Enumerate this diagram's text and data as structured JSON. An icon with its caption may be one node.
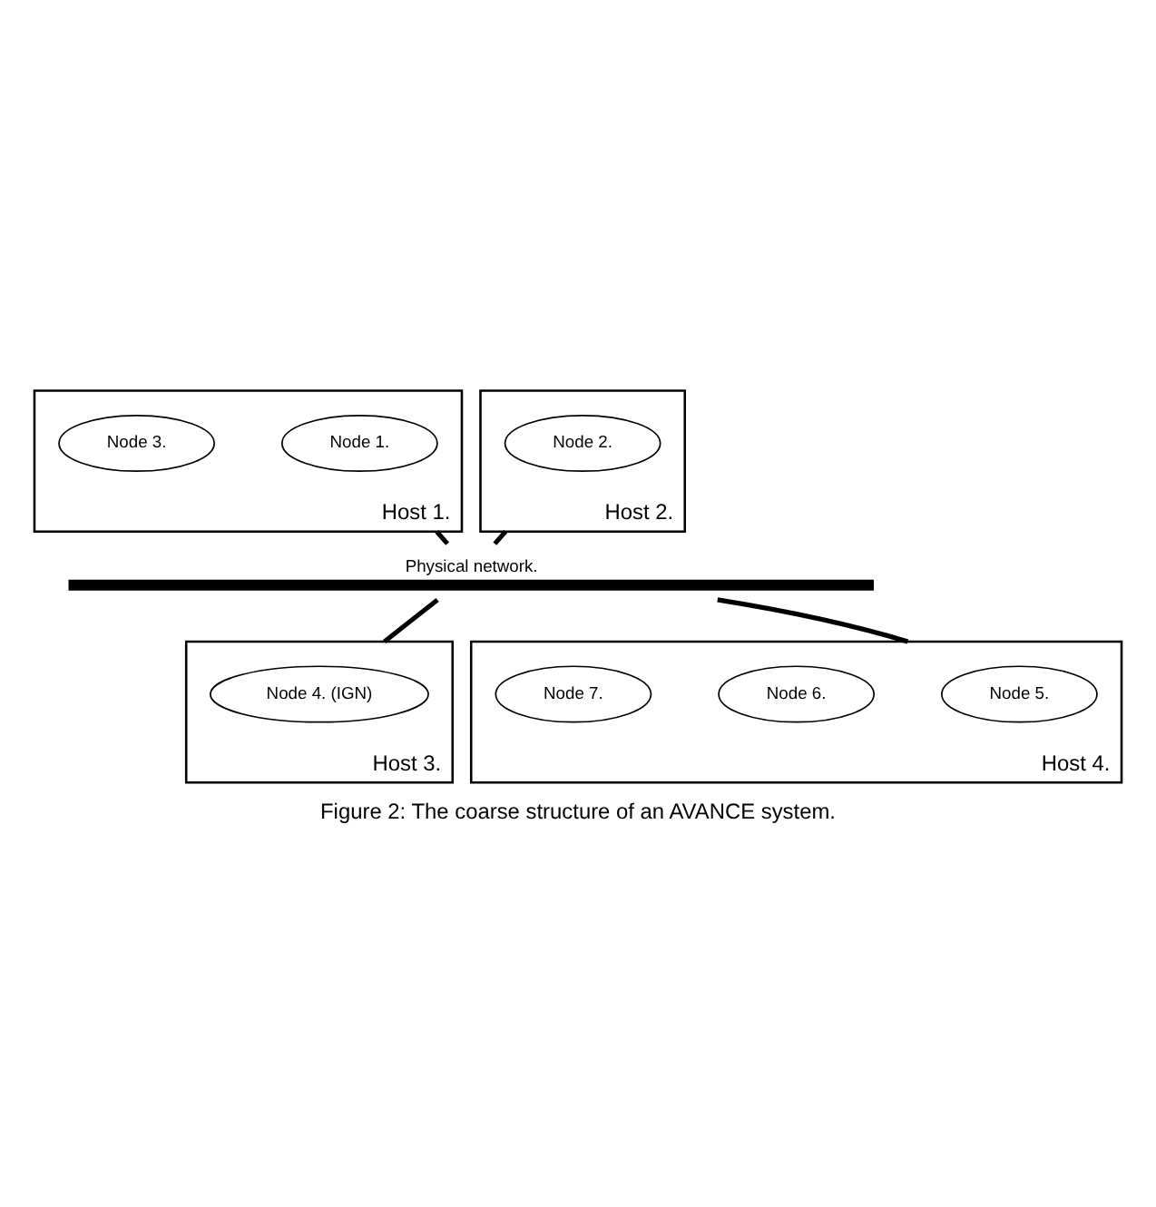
{
  "diagram": {
    "caption": "Figure 2: The coarse structure of an AVANCE system.",
    "nodes": [
      {
        "text": [
          "Host 1."
        ]
      },
      {
        "text": [
          "Node 1."
        ],
        "in": 0
      },
      {
        "text": [
          "Node 3."
        ],
        "in": 0
      },
      {
        "text": [
          "Host 2."
        ]
      },
      {
        "text": [
          "Node 2."
        ],
        "in": 3
      },
      {
        "text": [],
        "shape": "bar",
        "beside": [
          "Physical network."
        ]
      },
      {
        "text": [
          "Host 3."
        ]
      },
      {
        "text": [
          "Node 4. (IGN)"
        ],
        "in": 6
      },
      {
        "text": [
          "Host 4."
        ]
      },
      {
        "text": [
          "Node 5."
        ],
        "in": 8
      },
      {
        "text": [
          "Node 6."
        ],
        "in": 8
      },
      {
        "text": [
          "Node 7."
        ],
        "in": 8
      }
    ],
    "edges": [
      {
        "from": 0,
        "to": 5,
        "arrow": "none"
      },
      {
        "from": 3,
        "to": 5,
        "arrow": "none"
      },
      {
        "from": 5,
        "to": 6,
        "arrow": "none"
      },
      {
        "from": 5,
        "to": 8,
        "arrow": "none"
      }
    ]
  }
}
